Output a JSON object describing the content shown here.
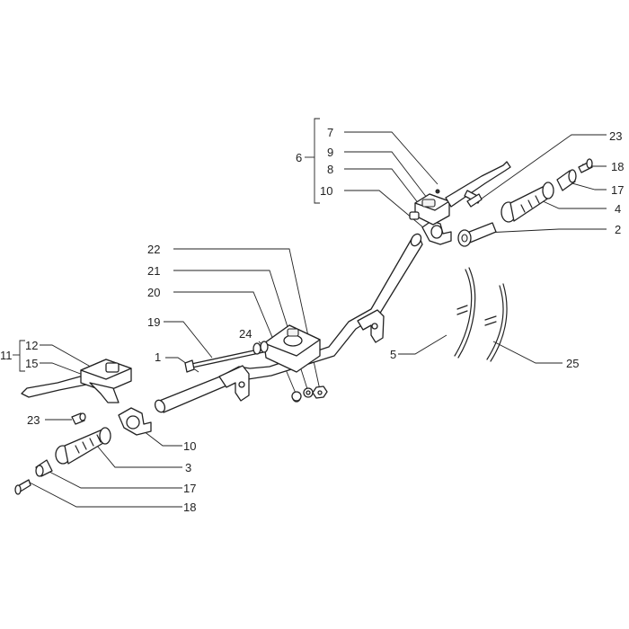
{
  "diagram": {
    "labels": {
      "l1": "1",
      "l2": "2",
      "l3": "3",
      "l4": "4",
      "l5": "5",
      "l6": "6",
      "l7": "7",
      "l8": "8",
      "l9": "9",
      "l10a": "10",
      "l10b": "10",
      "l11": "11",
      "l12": "12",
      "l15": "15",
      "l17a": "17",
      "l17b": "17",
      "l18a": "18",
      "l18b": "18",
      "l19": "19",
      "l20": "20",
      "l21": "21",
      "l22": "22",
      "l23a": "23",
      "l23b": "23",
      "l24": "24",
      "l25": "25"
    }
  }
}
